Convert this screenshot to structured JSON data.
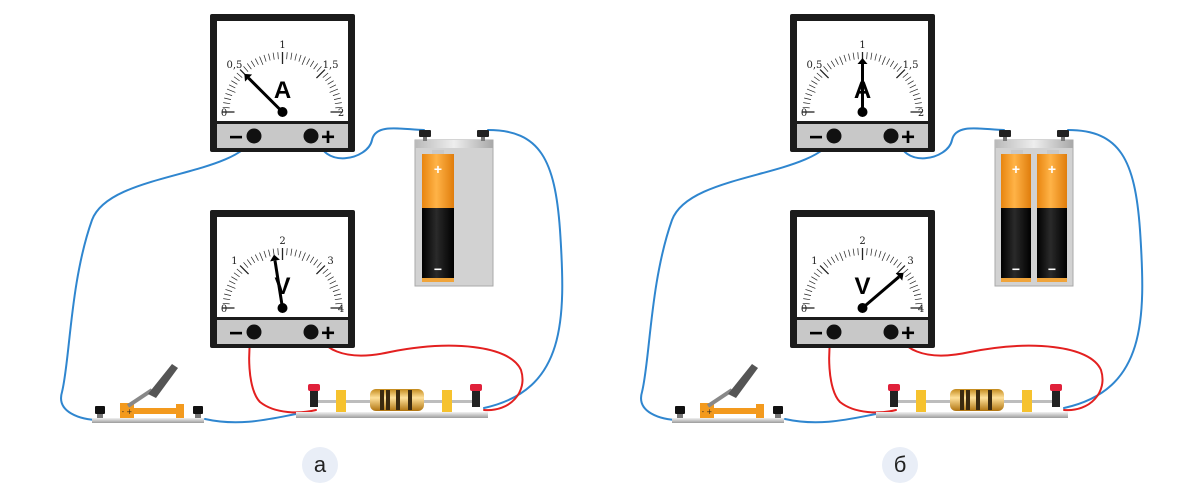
{
  "panels": [
    {
      "id": "a",
      "label": "а",
      "battery_cells": 1,
      "ammeter": {
        "letter": "A",
        "min": 0,
        "max": 2,
        "ticks": [
          {
            "v": 0,
            "t": "0"
          },
          {
            "v": 0.5,
            "t": "0,5"
          },
          {
            "v": 1,
            "t": "1"
          },
          {
            "v": 1.5,
            "t": "1,5"
          },
          {
            "v": 2,
            "t": "2"
          }
        ],
        "reading": 0.5
      },
      "voltmeter": {
        "letter": "V",
        "min": 0,
        "max": 4,
        "ticks": [
          {
            "v": 0,
            "t": "0"
          },
          {
            "v": 1,
            "t": "1"
          },
          {
            "v": 2,
            "t": "2"
          },
          {
            "v": 3,
            "t": "3"
          },
          {
            "v": 4,
            "t": "4"
          }
        ],
        "reading": 1.8
      }
    },
    {
      "id": "b",
      "label": "б",
      "battery_cells": 2,
      "ammeter": {
        "letter": "A",
        "min": 0,
        "max": 2,
        "ticks": [
          {
            "v": 0,
            "t": "0"
          },
          {
            "v": 0.5,
            "t": "0,5"
          },
          {
            "v": 1,
            "t": "1"
          },
          {
            "v": 1.5,
            "t": "1,5"
          },
          {
            "v": 2,
            "t": "2"
          }
        ],
        "reading": 1.0
      },
      "voltmeter": {
        "letter": "V",
        "min": 0,
        "max": 4,
        "ticks": [
          {
            "v": 0,
            "t": "0"
          },
          {
            "v": 1,
            "t": "1"
          },
          {
            "v": 2,
            "t": "2"
          },
          {
            "v": 3,
            "t": "3"
          },
          {
            "v": 4,
            "t": "4"
          }
        ],
        "reading": 3.1
      }
    }
  ],
  "terminal_minus": "−",
  "terminal_plus": "+",
  "battery_plus": "+",
  "battery_minus": "−",
  "switch_marks": "- +",
  "colors": {
    "wire_blue": "#2f86cf",
    "wire_red": "#e32020",
    "battery_orange": "#f39a1e",
    "battery_black": "#111111",
    "switch_orange": "#f39a1e",
    "label_circle": "#e9eef7"
  }
}
